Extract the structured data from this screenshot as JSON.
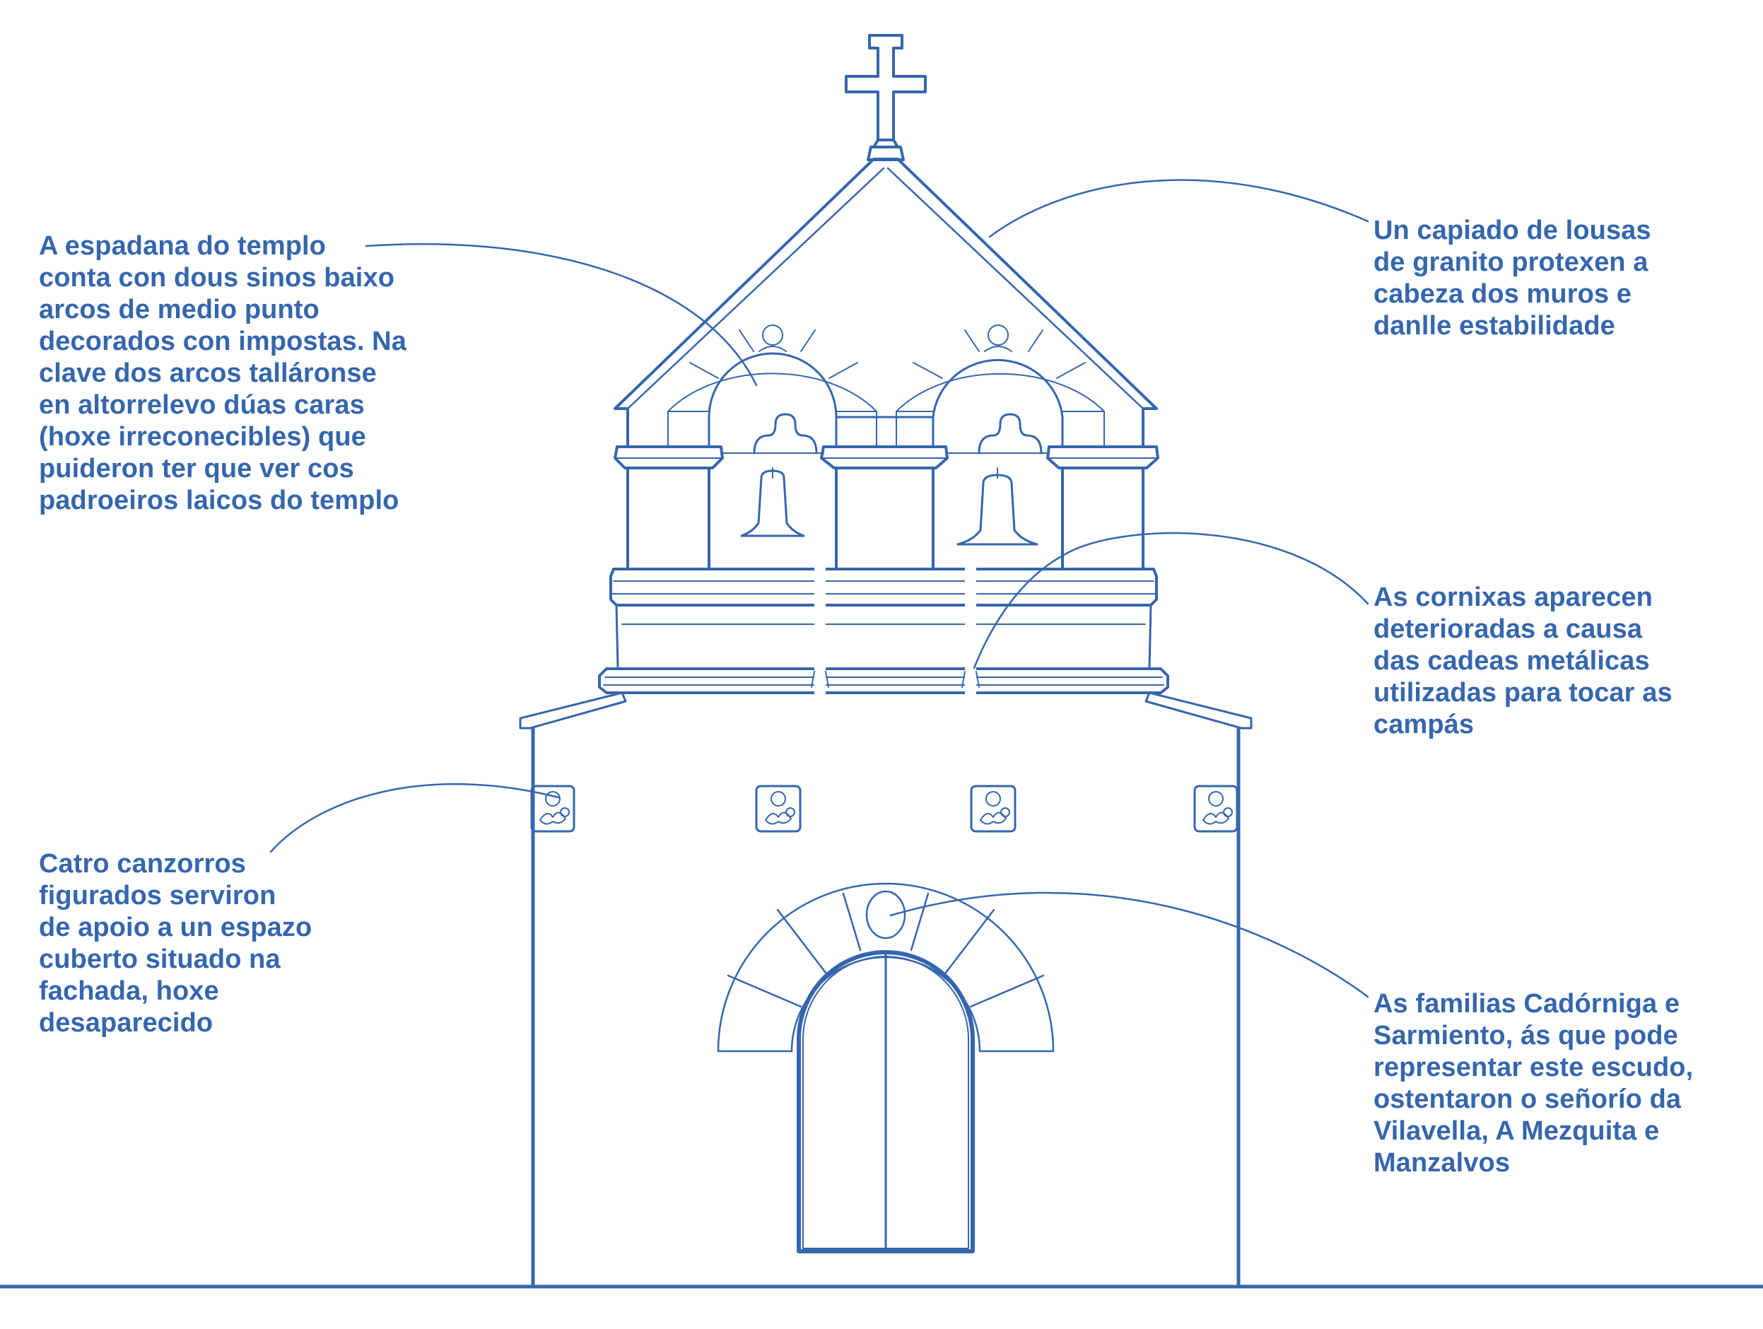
{
  "colors": {
    "line": "#3566ad",
    "background": "#ffffff"
  },
  "annotations": {
    "espadana": "A espadana do templo\nconta con dous sinos baixo\narcos de medio punto\ndecorados con impostas. Na\nclave dos arcos talláronse\nen altorrelevo dúas caras\n(hoxe irreconecibles) que\npuideron ter que ver cos\npadroeiros laicos do templo",
    "capiado": "Un capiado de lousas\nde granito protexen a\ncabeza dos muros e\ndanlle estabilidade",
    "cornixas": "As cornixas aparecen\ndeterioradas a causa\ndas cadeas metálicas\nutilizadas para tocar as\ncampás",
    "canzorros": "Catro canzorros\nfigurados serviron\nde apoio a un espazo\ncuberto situado na\nfachada, hoxe\ndesaparecido",
    "familias": "As familias Cadórniga e\nSarmiento, ás que pode\nrepresentar este escudo,\nostentaron o señorío da\nVilavella, A Mezquita e\nManzalvos"
  },
  "figure": {
    "subject": "church-facade-bell-gable",
    "bells": 2,
    "corbels": 4,
    "coat_of_arms": 1
  }
}
